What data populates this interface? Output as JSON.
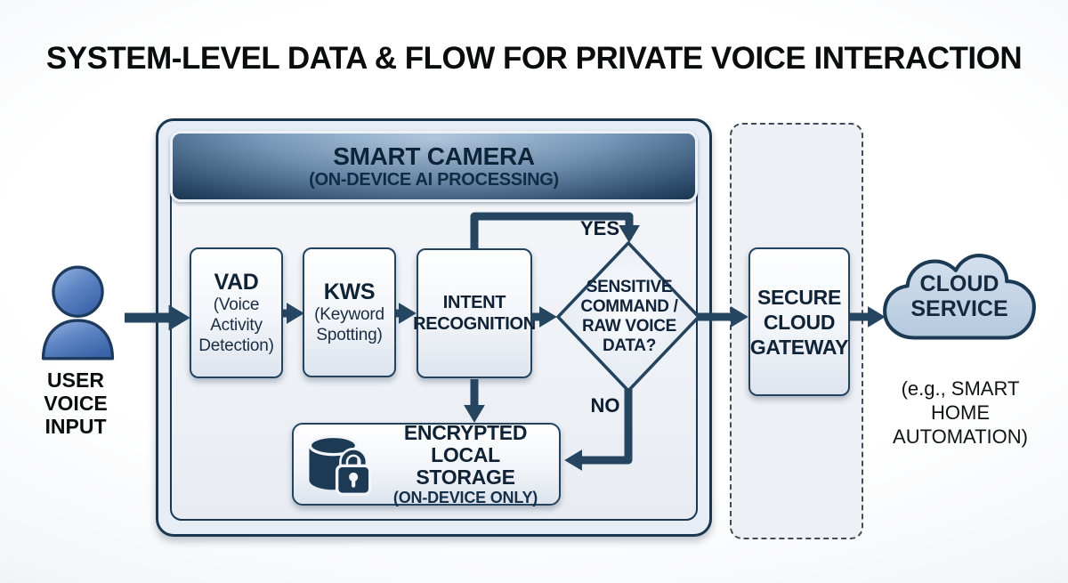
{
  "title": "SYSTEM-LEVEL DATA & FLOW FOR PRIVATE VOICE INTERACTION",
  "colors": {
    "navy_border": "#1a374f",
    "arrow": "#254560",
    "banner_light": "#a9c2db",
    "banner_dark": "#142f4a",
    "box_fill_bottom": "#dde4ee",
    "cloud_fill": "#c6d6e8",
    "person_blue": "#4a74b8",
    "zone_fill": "#edf0f5"
  },
  "user": {
    "icon": "person-icon",
    "label": "USER\nVOICE\nINPUT"
  },
  "smart_camera": {
    "title": "SMART CAMERA",
    "subtitle": "(ON-DEVICE AI PROCESSING)"
  },
  "nodes": {
    "vad": {
      "title": "VAD",
      "subtitle": "(Voice\nActivity\nDetection)"
    },
    "kws": {
      "title": "KWS",
      "subtitle": "(Keyword\nSpotting)"
    },
    "intent": {
      "title": "INTENT\nRECOGNITION"
    },
    "decision": {
      "label": "SENSITIVE\nCOMMAND /\nRAW VOICE\nDATA?"
    },
    "storage": {
      "icon": "database-lock-icon",
      "title": "ENCRYPTED\nLOCAL STORAGE",
      "subtitle": "(ON-DEVICE ONLY)"
    },
    "gateway": {
      "label": "SECURE\nCLOUD\nGATEWAY"
    },
    "cloud": {
      "icon": "cloud-icon",
      "label": "CLOUD\nSERVICE",
      "caption": "(e.g., SMART\nHOME\nAUTOMATION)"
    }
  },
  "edges": {
    "yes_label": "YES",
    "no_label": "NO"
  }
}
